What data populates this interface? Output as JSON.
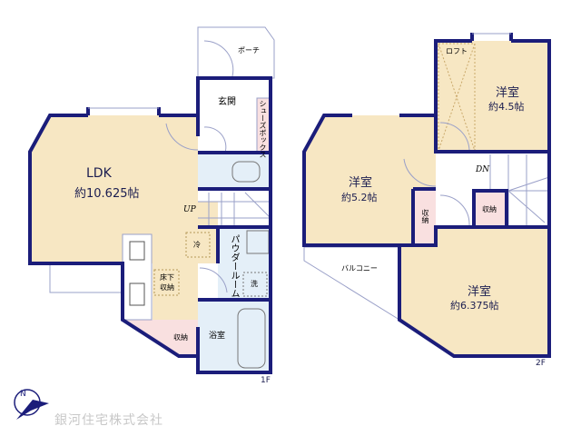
{
  "floor1": {
    "label": "1F",
    "rooms": {
      "ldk": {
        "name": "LDK",
        "size": "約10.625帖"
      },
      "porch": "ポーチ",
      "entrance": "玄関",
      "shoe_box": "シューズボックス",
      "powder_room": "パウダールーム",
      "bathroom": "浴室",
      "storage": "収納",
      "underfloor_storage": [
        "床下",
        "収納"
      ],
      "fridge": "冷",
      "washer": "洗",
      "stairs": "UP"
    }
  },
  "floor2": {
    "label": "2F",
    "rooms": {
      "room_a": {
        "name": "洋室",
        "size": "約4.5帖"
      },
      "loft": "ロフト",
      "room_b": {
        "name": "洋室",
        "size": "約5.2帖"
      },
      "room_c": {
        "name": "洋室",
        "size": "約6.375帖"
      },
      "balcony": "バルコニー",
      "storage_1": "収納",
      "storage_2": "収納",
      "stairs": "DN"
    }
  },
  "company": "銀河住宅株式会社",
  "colors": {
    "wall": "#1b1d7a",
    "living": "#f7e7c3",
    "wet": "#e4eff8",
    "storage": "#f9e0e0"
  }
}
